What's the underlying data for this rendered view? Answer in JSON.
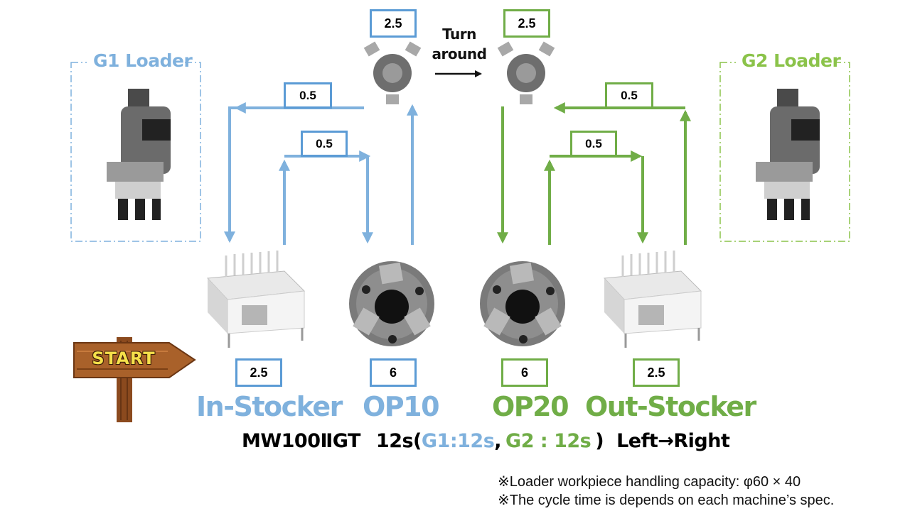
{
  "loaders": {
    "g1_title": "G1 Loader",
    "g2_title": "G2 Loader"
  },
  "transfer": {
    "turn_label_1": "Turn",
    "turn_label_2": "around"
  },
  "times": {
    "gripper_left": "2.5",
    "gripper_right": "2.5",
    "g1_outer_arrow": "0.5",
    "g1_inner_arrow": "0.5",
    "g2_outer_arrow": "0.5",
    "g2_inner_arrow": "0.5",
    "in_stocker": "2.5",
    "op10": "6",
    "op20": "6",
    "out_stocker": "2.5"
  },
  "stations": {
    "in_stocker": "In-Stocker",
    "op10": "OP10",
    "op20": "OP20",
    "out_stocker": "Out-Stocker"
  },
  "start_sign": "START",
  "summary": {
    "model": "MW100ⅡGT",
    "total": "12s(",
    "g1": "G1:12s",
    "sep": ",",
    "g2": "G2 : 12s",
    "close": ")",
    "direction": "Left→Right"
  },
  "notes": {
    "line1": "※Loader workpiece handling capacity: φ60 × 40",
    "line2": "※The cycle time is depends on each machine’s spec."
  },
  "colors": {
    "g1": "#7fb1dd",
    "g2": "#70ad47",
    "box_border_blue": "#5b9bd5",
    "box_border_green": "#70ad47"
  }
}
